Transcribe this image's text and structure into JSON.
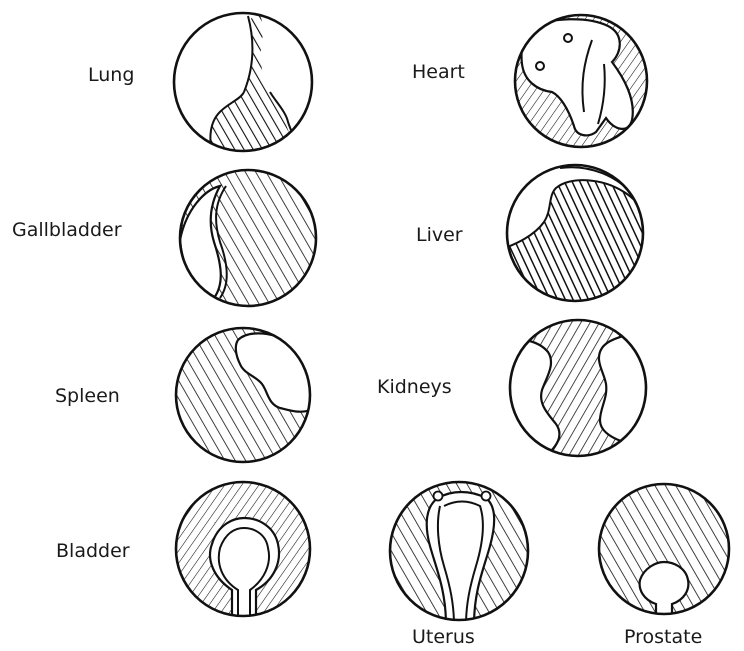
{
  "figure": {
    "organs": [
      {
        "id": "lung",
        "label": "Lung"
      },
      {
        "id": "heart",
        "label": "Heart"
      },
      {
        "id": "gallbladder",
        "label": "Gallbladder"
      },
      {
        "id": "liver",
        "label": "Liver"
      },
      {
        "id": "spleen",
        "label": "Spleen"
      },
      {
        "id": "kidneys",
        "label": "Kidneys"
      },
      {
        "id": "bladder",
        "label": "Bladder"
      },
      {
        "id": "uterus",
        "label": "Uterus"
      },
      {
        "id": "prostate",
        "label": "Prostate"
      }
    ]
  }
}
